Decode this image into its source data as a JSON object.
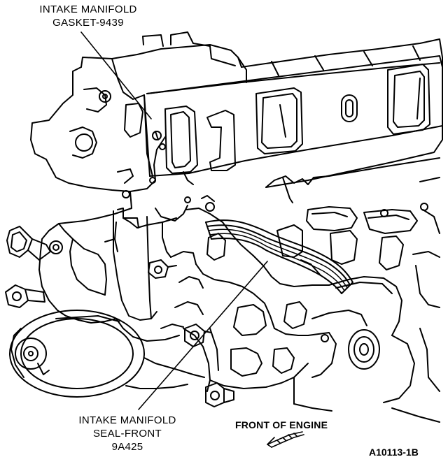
{
  "callouts": {
    "gasket": {
      "line1": "INTAKE MANIFOLD",
      "line2": "GASKET-9439"
    },
    "seal": {
      "line1": "INTAKE MANIFOLD",
      "line2": "SEAL-FRONT",
      "line3": "9A425"
    },
    "front": "FRONT OF ENGINE"
  },
  "figure_id": "A10113-1B",
  "icons": {
    "front_arrow": "arrow-icon"
  },
  "colors": {
    "ink": "#000000",
    "paper": "#ffffff"
  }
}
